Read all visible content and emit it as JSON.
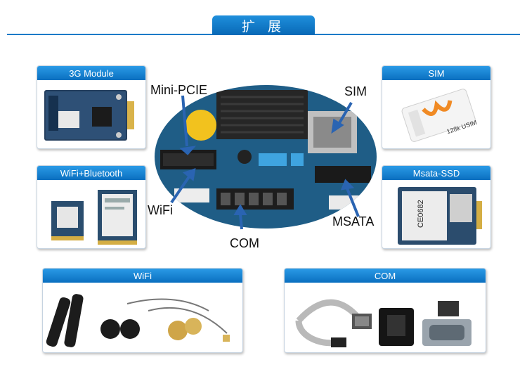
{
  "header": {
    "title": "扩 展"
  },
  "cards": {
    "module_3g": {
      "title": "3G Module"
    },
    "wifi_bt": {
      "title": "WiFi+Bluetooth"
    },
    "sim": {
      "title": "SIM",
      "usim_text": "128k USIM"
    },
    "msata": {
      "title": "Msata-SSD",
      "chip_text": "CE0682"
    },
    "wifi": {
      "title": "WiFi"
    },
    "com": {
      "title": "COM"
    }
  },
  "board_labels": {
    "mini_pcie": "Mini-PCIE",
    "sim": "SIM",
    "wifi": "WiFi",
    "com": "COM",
    "msata": "MSATA"
  },
  "colors": {
    "accent": "#0e7ac8",
    "board_green": "#1f5d86"
  }
}
